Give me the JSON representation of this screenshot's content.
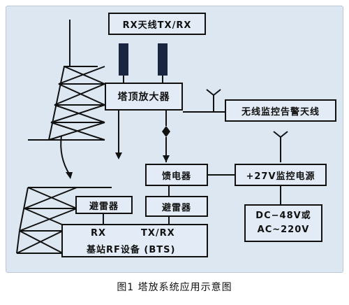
{
  "boxes": {
    "antenna_rx_tx": "RX天线TX/RX",
    "tma": "塔顶放大器",
    "alarm_antenna": "无线监控告警天线",
    "feeder": "馈电器",
    "monitor_power": "+27V监控电源",
    "arrester_left": "避雷器",
    "arrester_right": "避雷器",
    "power_input_line1": "DC−48V或",
    "power_input_line2": "AC~220V",
    "bts_rx": "RX",
    "bts_txrx": "TX/RX",
    "bts_label": "基站RF设备 (BTS)"
  },
  "caption": "图1   塔放系统应用示意图",
  "colors": {
    "panel": "#dce7f2",
    "box_fill": "#e3ecf6",
    "antenna": "#1a2540",
    "line": "#111111"
  }
}
